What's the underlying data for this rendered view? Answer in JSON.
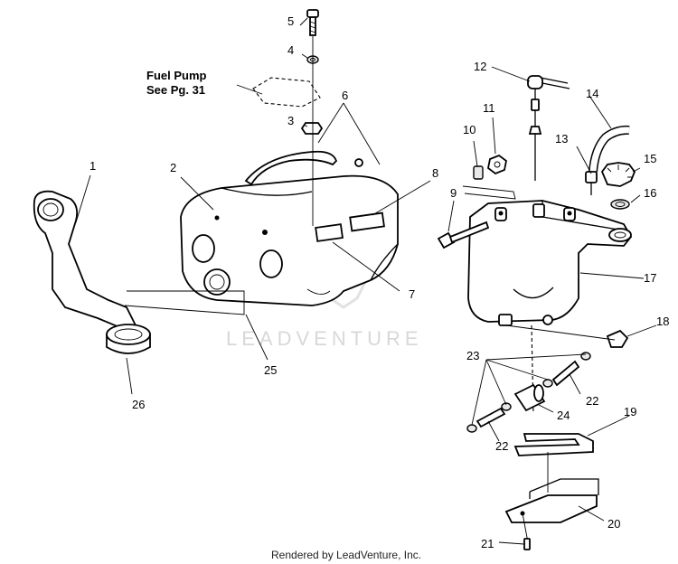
{
  "callouts": {
    "c1": "1",
    "c2": "2",
    "c3": "3",
    "c4": "4",
    "c5": "5",
    "c6": "6",
    "c7": "7",
    "c8": "8",
    "c9": "9",
    "c10": "10",
    "c11": "11",
    "c12": "12",
    "c13": "13",
    "c14": "14",
    "c15": "15",
    "c16": "16",
    "c17": "17",
    "c18": "18",
    "c19": "19",
    "c20": "20",
    "c21": "21",
    "c22a": "22",
    "c22b": "22",
    "c23": "23",
    "c24": "24",
    "c25": "25",
    "c26": "26"
  },
  "note": {
    "line1": "Fuel Pump",
    "line2": "See Pg. 31"
  },
  "watermark": "LEADVENTURE",
  "footer": "Rendered by LeadVenture, Inc."
}
